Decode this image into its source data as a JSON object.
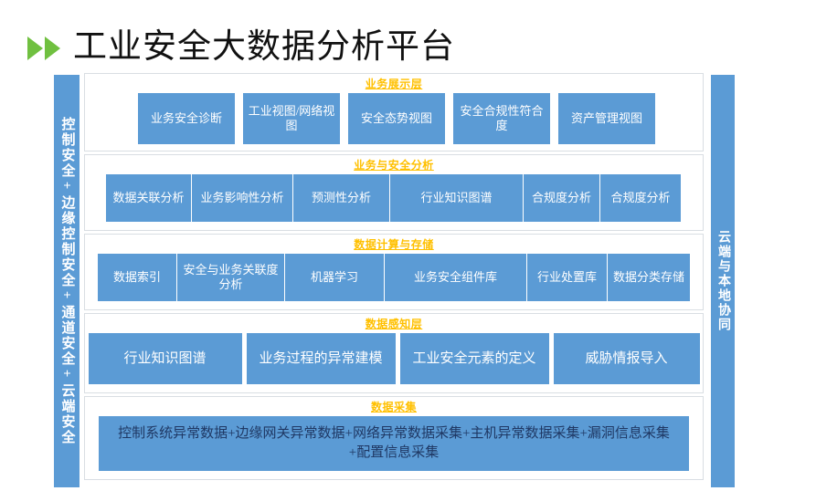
{
  "slide": {
    "title": "工业安全大数据分析平台",
    "title_icon": "double-triangle-right-icon",
    "accent_green": "#70C040",
    "accent_blue": "#5B9BD5",
    "accent_gold": "#FFC000",
    "banner_text_color": "#1F3864"
  },
  "sidebars": {
    "left": {
      "text": "控制安全+边缘控制安全+通道安全+云端安全"
    },
    "right": {
      "text": "云端与本地协同"
    }
  },
  "layers": [
    {
      "title": "业务展示层",
      "boxes": [
        "业务安全诊断",
        "工业视图/网络视图",
        "安全态势视图",
        "安全合规性符合度",
        "资产管理视图"
      ]
    },
    {
      "title": "业务与安全分析",
      "boxes": [
        "数据关联分析",
        "业务影响性分析",
        "预测性分析",
        "行业知识图谱",
        "合规度分析",
        "合规度分析"
      ]
    },
    {
      "title": "数据计算与存储",
      "boxes": [
        "数据索引",
        "安全与业务关联度分析",
        "机器学习",
        "业务安全组件库",
        "行业处置库",
        "数据分类存储"
      ]
    },
    {
      "title": "数据感知层",
      "boxes": [
        "行业知识图谱",
        "业务过程的异常建模",
        "工业安全元素的定义",
        "威胁情报导入"
      ]
    },
    {
      "title": "数据采集",
      "boxes": [
        "控制系统异常数据+边缘网关异常数据+网络异常数据采集+主机异常数据采集+漏洞信息采集+配置信息采集"
      ]
    }
  ]
}
